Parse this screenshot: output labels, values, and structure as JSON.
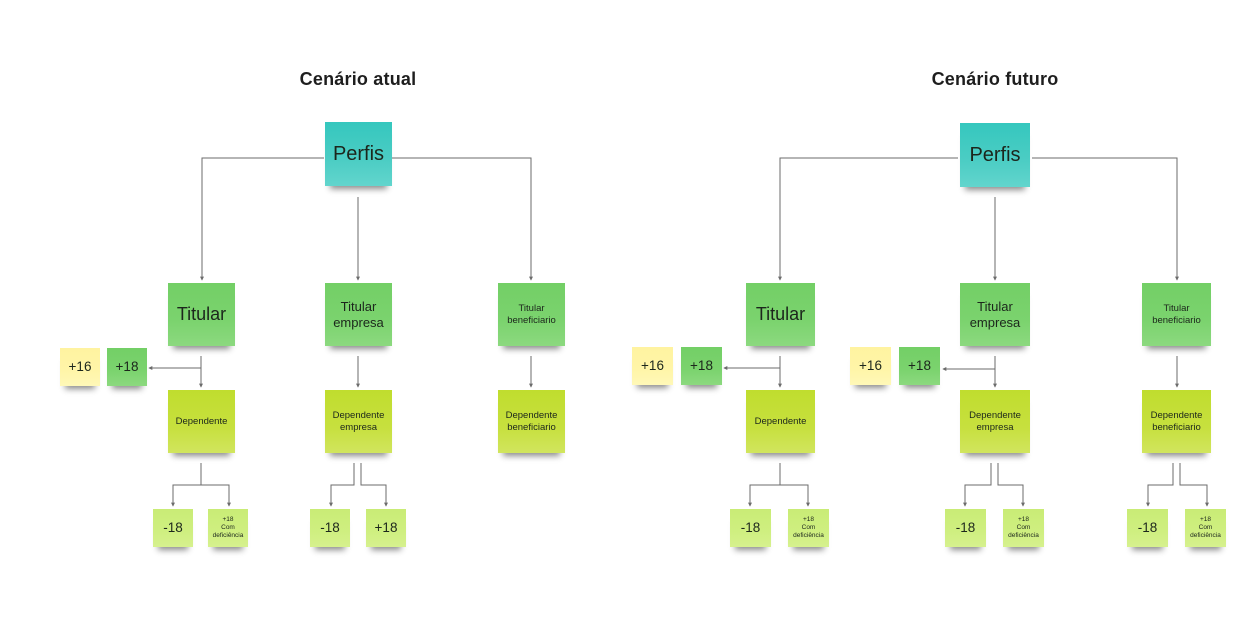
{
  "colors": {
    "root": "#3ec9c0",
    "titular": "#7bd36e",
    "dependente": "#c6e03a",
    "age_child": "#cfef80",
    "plus16": "#fff5a5",
    "connector": "#6b6b6b"
  },
  "scenarios": [
    {
      "title": "Cenário atual",
      "root": "Perfis",
      "branches": [
        {
          "titular": "Titular",
          "age_notes": [
            "+16",
            "+18"
          ],
          "dependente": "Dependente",
          "children": [
            "-18",
            "+18\nCom\ndeficiência"
          ]
        },
        {
          "titular": "Titular\nempresa",
          "dependente": "Dependente\nempresa",
          "children": [
            "-18",
            "+18"
          ]
        },
        {
          "titular": "Titular\nbeneficiario",
          "dependente": "Dependente\nbeneficiario",
          "children": []
        }
      ]
    },
    {
      "title": "Cenário futuro",
      "root": "Perfis",
      "branches": [
        {
          "titular": "Titular",
          "age_notes": [
            "+16",
            "+18"
          ],
          "dependente": "Dependente",
          "children": [
            "-18",
            "+18\nCom\ndeficiência"
          ]
        },
        {
          "titular": "Titular\nempresa",
          "age_notes": [
            "+16",
            "+18"
          ],
          "dependente": "Dependente\nempresa",
          "children": [
            "-18",
            "+18\nCom\ndeficiência"
          ]
        },
        {
          "titular": "Titular\nbeneficiario",
          "dependente": "Dependente\nbeneficiario",
          "children": [
            "-18",
            "+18\nCom\ndeficiência"
          ]
        }
      ]
    }
  ]
}
